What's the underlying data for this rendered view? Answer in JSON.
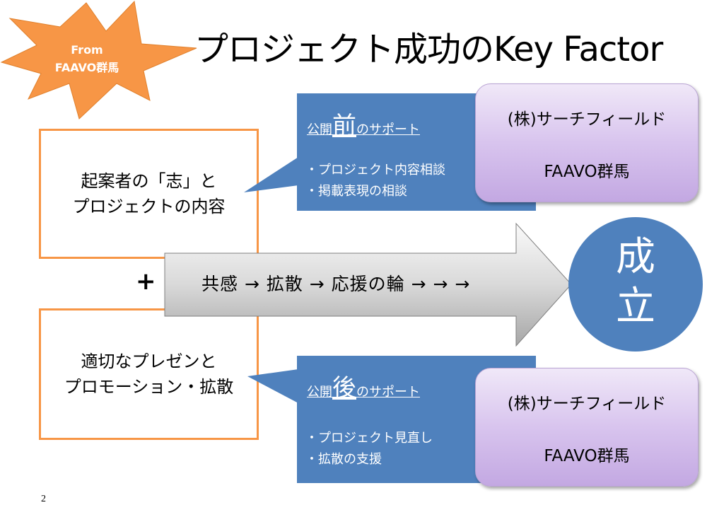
{
  "badge": {
    "line1": "From",
    "line2": "FAAVO群馬"
  },
  "title": "プロジェクト成功のKey Factor",
  "left_boxes": {
    "top": {
      "line1": "起案者の「志」と",
      "line2": "プロジェクトの内容"
    },
    "bottom": {
      "line1": "適切なプレゼンと",
      "line2": "プロモーション・拡散"
    }
  },
  "plus": "+",
  "arrow_text": "共感 → 拡散 → 応援の輪 → → →",
  "circle": {
    "char1": "成",
    "char2": "立"
  },
  "support_before": {
    "prefix": "公開",
    "big": "前",
    "suffix": "のサポート",
    "items": [
      "・プロジェクト内容相談",
      "・掲載表現の相談"
    ]
  },
  "support_after": {
    "prefix": "公開",
    "big": "後",
    "suffix": "のサポート",
    "items": [
      "・プロジェクト見直し",
      "・拡散の支援"
    ]
  },
  "partner_top": {
    "line1": "(株)サーチフィールド",
    "line2": "FAAVO群馬"
  },
  "partner_bottom": {
    "line1": "(株)サーチフィールド",
    "line2": "FAAVO群馬"
  },
  "page_number": "2",
  "colors": {
    "burst": "#f79646",
    "box_border": "#f79646",
    "panel_blue": "#4f81bd",
    "purple_gradient_end": "#c3a8e2"
  }
}
